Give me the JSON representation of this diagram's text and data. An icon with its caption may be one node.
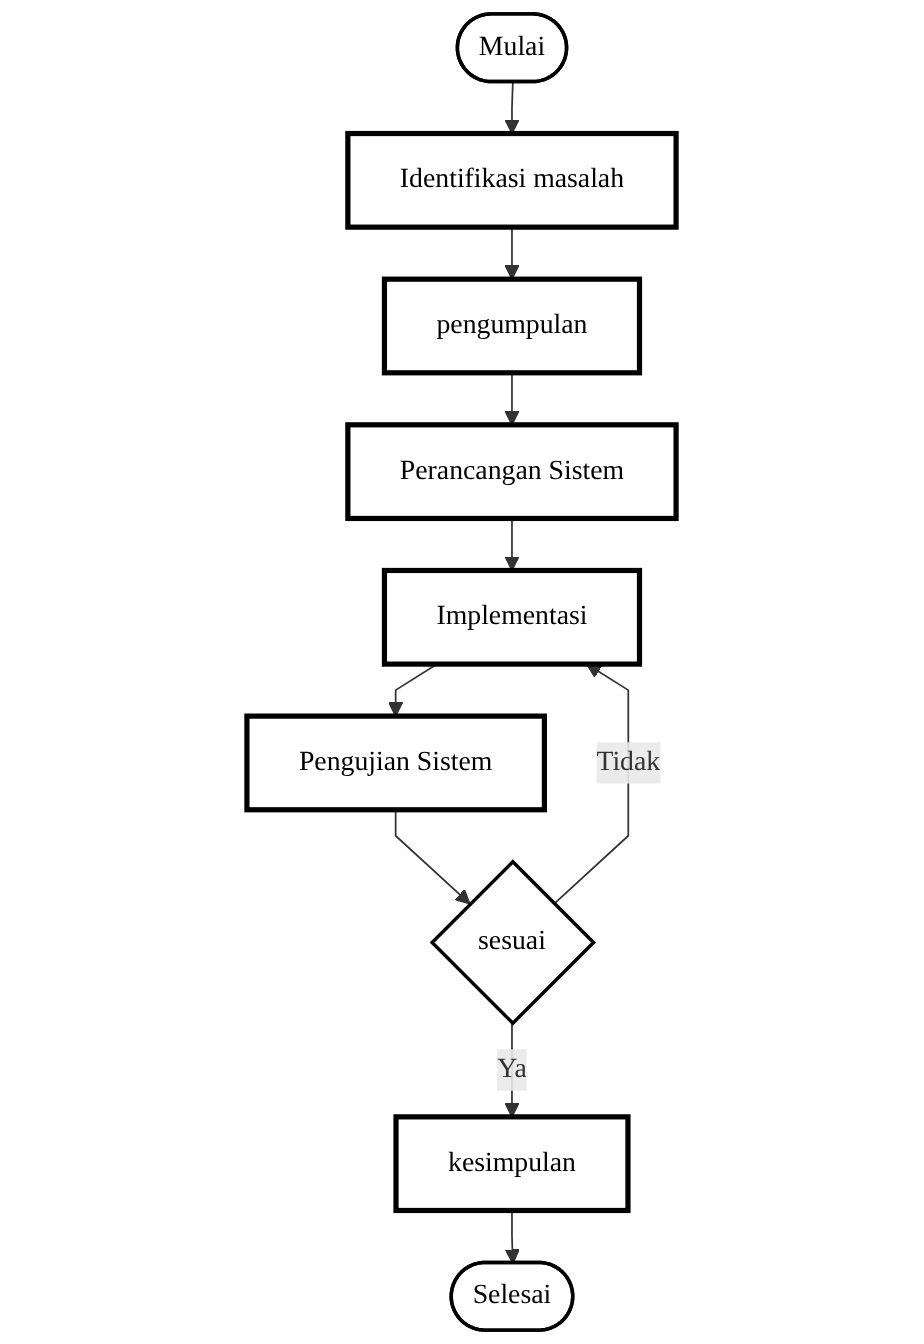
{
  "diagram": {
    "nodes": [
      {
        "text": [
          "Mulai"
        ]
      },
      {
        "text": [
          "Identifikasi masalah"
        ]
      },
      {
        "text": [
          "pengumpulan"
        ]
      },
      {
        "text": [
          "Perancangan Sistem"
        ]
      },
      {
        "text": [
          "Implementasi"
        ]
      },
      {
        "text": [
          "Pengujian Sistem"
        ]
      },
      {
        "text": [
          "sesuai"
        ]
      },
      {
        "text": [
          "kesimpulan"
        ]
      },
      {
        "text": [
          "Selesai"
        ]
      }
    ],
    "edges": [
      {
        "from": 0,
        "to": 1,
        "arrow": "to"
      },
      {
        "from": 1,
        "to": 2,
        "arrow": "to"
      },
      {
        "from": 2,
        "to": 3,
        "arrow": "to"
      },
      {
        "from": 3,
        "to": 4,
        "arrow": "to"
      },
      {
        "from": 4,
        "to": 5,
        "arrow": "to"
      },
      {
        "from": 5,
        "to": 6,
        "arrow": "to"
      },
      {
        "from": 6,
        "to": 7,
        "label": "Ya",
        "arrow": "to"
      },
      {
        "from": 6,
        "to": 4,
        "label": "Tidak",
        "arrow": "to"
      },
      {
        "from": 7,
        "to": 8,
        "arrow": "to"
      }
    ]
  }
}
